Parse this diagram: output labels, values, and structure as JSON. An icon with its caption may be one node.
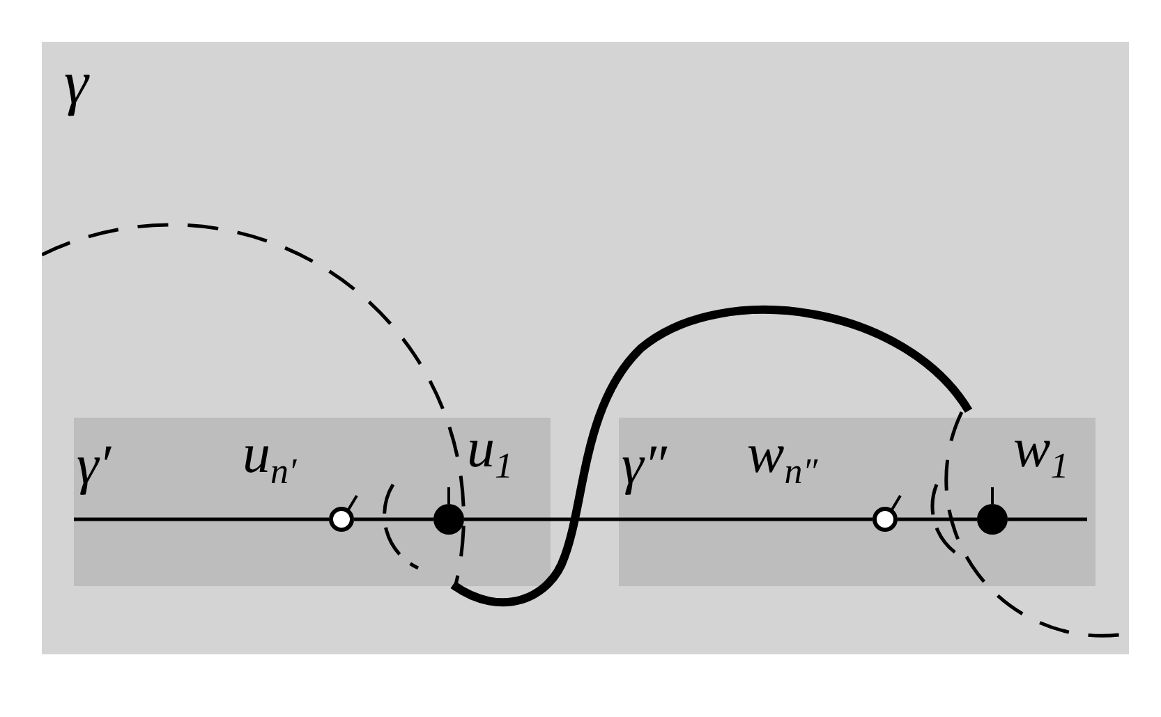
{
  "diagram": {
    "nodes": [
      {
        "text": [
          "γ"
        ]
      },
      {
        "text": [
          "γ′"
        ],
        "in": 0
      },
      {
        "text": [
          "γ″"
        ],
        "in": 0
      },
      {
        "text": [],
        "shape": "circle",
        "in": 1,
        "beside": [
          "u$_{n′}$"
        ]
      },
      {
        "text": [],
        "shape": "circle",
        "in": 1,
        "beside": [
          "u$_{1}$"
        ]
      },
      {
        "text": [],
        "shape": "circle",
        "in": 2,
        "beside": [
          "w$_{n″}$"
        ]
      },
      {
        "text": [],
        "shape": "circle",
        "in": 2,
        "beside": [
          "w$_{1}$"
        ]
      }
    ],
    "edges": [
      {
        "from": 3,
        "to": 4,
        "arrow": "none"
      },
      {
        "from": 4,
        "to": 5,
        "arrow": "none"
      },
      {
        "from": 5,
        "to": 6,
        "arrow": "none"
      }
    ]
  }
}
